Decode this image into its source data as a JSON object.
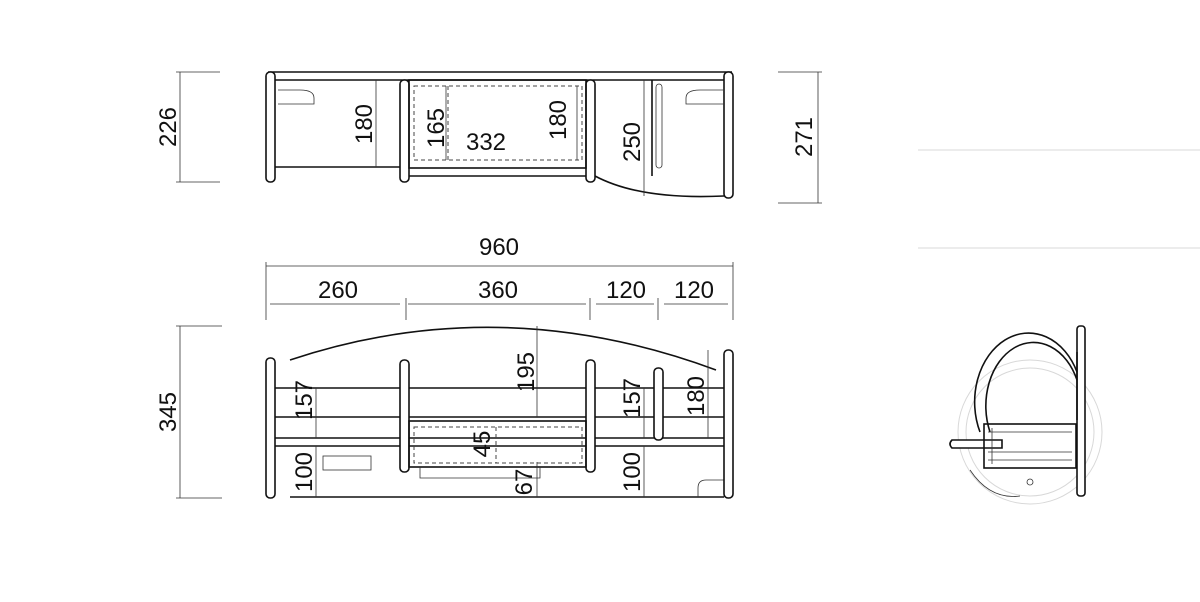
{
  "top_view": {
    "depth_left": "226",
    "depth_right": "271",
    "inner_left": "180",
    "drawer_depth": "165",
    "drawer_width": "332",
    "drawer_inner": "180",
    "shelf_right": "250"
  },
  "front_view": {
    "total_width": "960",
    "bay_1": "260",
    "bay_2": "360",
    "bay_3": "120",
    "bay_4": "120",
    "total_height": "345",
    "left_upper": "157",
    "left_lower": "100",
    "arch_center": "195",
    "drawer_height": "45",
    "base_gap": "67",
    "right_upper": "157",
    "right_lower": "100",
    "right_post": "180"
  },
  "side_view": {}
}
